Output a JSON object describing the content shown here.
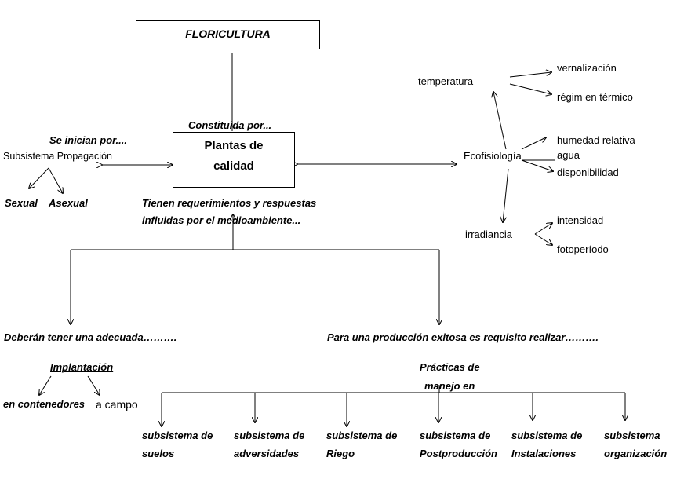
{
  "title": "FLORICULTURA",
  "center_box": {
    "line1": "Plantas de",
    "line2": "calidad"
  },
  "constituida": "Constituida por...",
  "propagation": {
    "intro": "Se inician por....",
    "label": "Subsistema Propagación",
    "sexual": "Sexual",
    "asexual": "Asexual"
  },
  "requirements": {
    "line1": "Tienen requerimientos y respuestas",
    "line2": "influidas por el medioambiente..."
  },
  "ecofisiologia": {
    "label": "Ecofisiología",
    "temperatura": "temperatura",
    "vernalizacion": "vernalización",
    "regimen": "régim en térmico",
    "humedad": "humedad relativa",
    "agua": "agua",
    "disponibilidad": "disponibilidad",
    "irradiancia": "irradiancia",
    "intensidad": "intensidad",
    "fotoperiodo": "fotoperíodo"
  },
  "left_branch": {
    "heading": "Deberán tener una adecuada……….",
    "implantacion": "Implantación",
    "contenedores": "en contenedores",
    "campo": "a campo"
  },
  "right_branch": {
    "heading": "Para una producción exitosa es requisito realizar……….",
    "practicas_1": "Prácticas de",
    "practicas_2": "manejo en",
    "subsystems": [
      {
        "line1": "subsistema de",
        "line2": "suelos"
      },
      {
        "line1": "subsistema de",
        "line2": "adversidades"
      },
      {
        "line1": "subsistema de",
        "line2": "Riego"
      },
      {
        "line1": "subsistema de",
        "line2": "Postproducción"
      },
      {
        "line1": "subsistema de",
        "line2": "Instalaciones"
      },
      {
        "line1": "subsistema",
        "line2": "organización"
      }
    ]
  }
}
